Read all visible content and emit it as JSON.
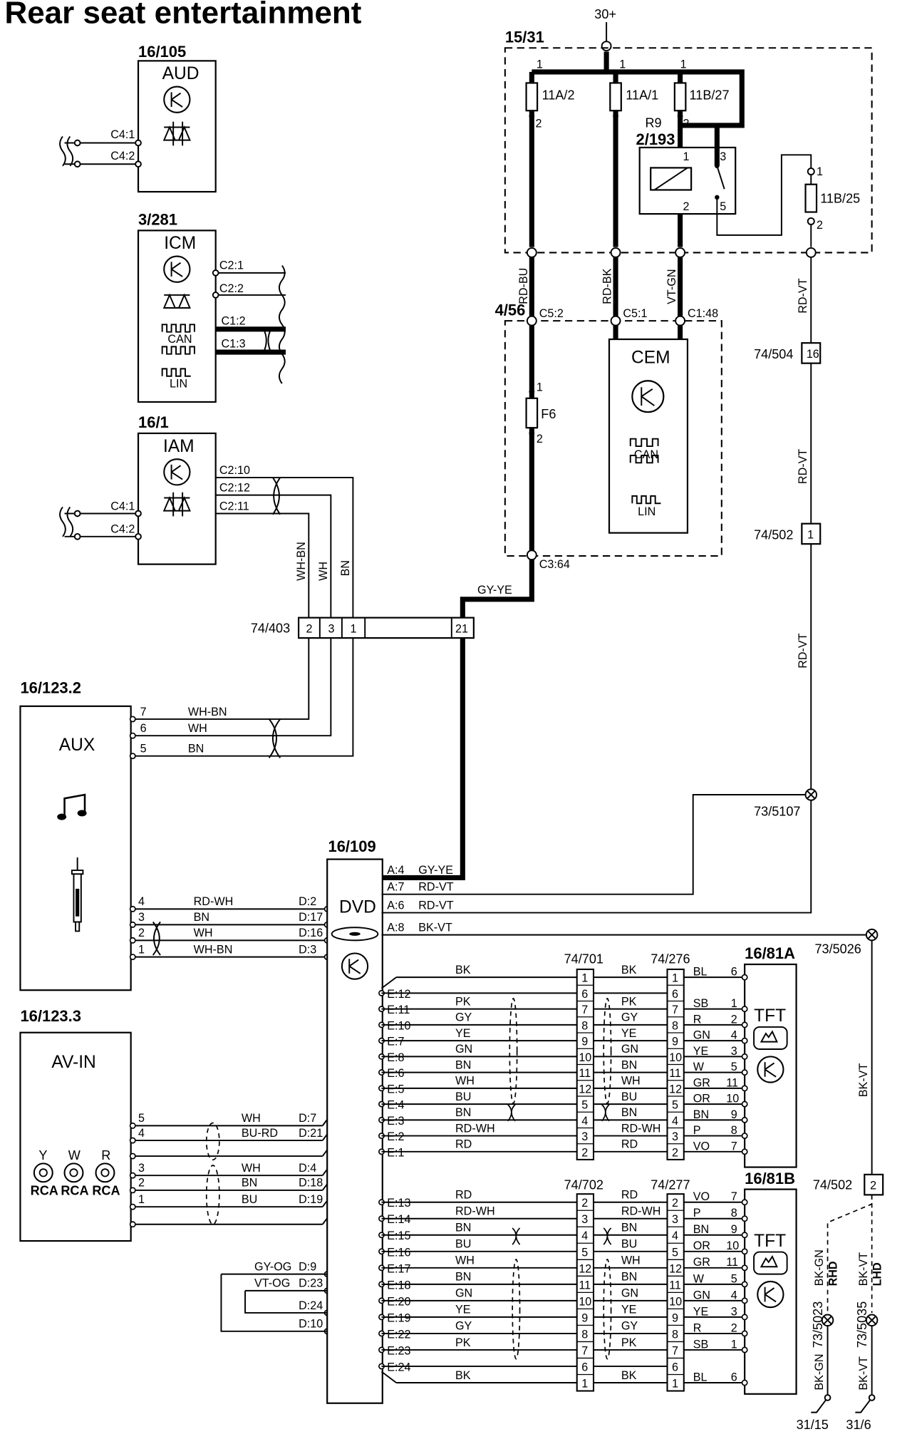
{
  "title": "Rear seat entertainment",
  "supply": "30+",
  "modules": {
    "aud": {
      "ref": "16/105",
      "name": "AUD"
    },
    "icm": {
      "ref": "3/281",
      "name": "ICM"
    },
    "iam": {
      "ref": "16/1",
      "name": "IAM"
    },
    "aux": {
      "ref": "16/123.2",
      "name": "AUX"
    },
    "avin": {
      "ref": "16/123.3",
      "name": "AV-IN"
    },
    "dvd": {
      "ref": "16/109",
      "name": "DVD"
    },
    "cem": {
      "ref": "4/56",
      "name": "CEM"
    },
    "fusebox": {
      "ref": "15/31"
    },
    "relay": {
      "ref": "2/193",
      "name": "R9"
    },
    "tft_a": {
      "ref": "16/81A",
      "name": "TFT"
    },
    "tft_b": {
      "ref": "16/81B",
      "name": "TFT"
    }
  },
  "bus": {
    "can": "CAN",
    "lin": "LIN"
  },
  "rca": {
    "y": "Y",
    "w": "W",
    "r": "R",
    "label": "RCA"
  },
  "fuses": {
    "f1": "11A/2",
    "f2": "11A/1",
    "f3": "11B/27",
    "f4": "11B/25",
    "f6": "F6"
  },
  "pins": {
    "aud": [
      "C4:1",
      "C4:2"
    ],
    "icm": [
      "C2:1",
      "C2:2",
      "C1:2",
      "C1:3"
    ],
    "iam_in": [
      "C4:1",
      "C4:2"
    ],
    "iam_out": [
      "C2:10",
      "C2:12",
      "C2:11"
    ],
    "cem": [
      "C5:2",
      "C5:1",
      "C1:48",
      "C3:64"
    ],
    "aux": [
      "7",
      "6",
      "5",
      "4",
      "3",
      "2",
      "1"
    ],
    "avin": [
      "5",
      "4",
      "3",
      "2",
      "1"
    ],
    "one": "1",
    "two": "2",
    "three": "3",
    "five": "5",
    "sixteen": "16",
    "twentyone": "21"
  },
  "wires": {
    "rd_bu": "RD-BU",
    "rd_bk": "RD-BK",
    "vt_gn": "VT-GN",
    "rd_vt": "RD-VT",
    "gy_ye": "GY-YE",
    "wh_bn": "WH-BN",
    "wh": "WH",
    "bn": "BN",
    "bk_vt": "BK-VT",
    "bk_gn": "BK-GN",
    "rhd": "RHD",
    "lhd": "LHD"
  },
  "connectors": {
    "c74_504": "74/504",
    "c74_502": "74/502",
    "c74_403": "74/403",
    "c73_5107": "73/5107",
    "c73_5026": "73/5026",
    "c74_701": "74/701",
    "c74_276": "74/276",
    "c74_702": "74/702",
    "c74_277": "74/277",
    "c74_502b": "74/502",
    "c73_5023": "73/5023",
    "c73_5035": "73/5035",
    "g31_15": "31/15",
    "g31_6": "31/6"
  },
  "c403_pins": [
    "2",
    "3",
    "1",
    "21"
  ],
  "dvd_a": [
    {
      "pin": "A:4",
      "color": "GY-YE"
    },
    {
      "pin": "A:7",
      "color": "RD-VT"
    },
    {
      "pin": "A:6",
      "color": "RD-VT"
    },
    {
      "pin": "A:8",
      "color": "BK-VT"
    }
  ],
  "aux_audio": [
    {
      "pin": "7",
      "color": "WH-BN"
    },
    {
      "pin": "6",
      "color": "WH"
    },
    {
      "pin": "5",
      "color": "BN"
    }
  ],
  "aux_d": [
    {
      "pin": "4",
      "color": "RD-WH",
      "dvd": "D:2"
    },
    {
      "pin": "3",
      "color": "BN",
      "dvd": "D:17"
    },
    {
      "pin": "2",
      "color": "WH",
      "dvd": "D:16"
    },
    {
      "pin": "1",
      "color": "WH-BN",
      "dvd": "D:3"
    }
  ],
  "avin_d": [
    {
      "pin": "5",
      "color": "WH",
      "dvd": "D:7"
    },
    {
      "pin": "4",
      "color": "BU-RD",
      "dvd": "D:21"
    },
    {
      "pin": "",
      "color": "",
      "dvd": ""
    },
    {
      "pin": "3",
      "color": "WH",
      "dvd": "D:4"
    },
    {
      "pin": "2",
      "color": "BN",
      "dvd": "D:18"
    },
    {
      "pin": "1",
      "color": "BU",
      "dvd": "D:19"
    },
    {
      "pin": "",
      "color": "",
      "dvd": ""
    }
  ],
  "dvd_loop": [
    {
      "pin": "D:9",
      "color": "GY-OG"
    },
    {
      "pin": "D:23",
      "color": "VT-OG"
    },
    {
      "pin": "D:24",
      "color": ""
    },
    {
      "pin": "D:10",
      "color": ""
    }
  ],
  "tft_a_rows": [
    {
      "e": "",
      "c1": "BK",
      "p1": "1",
      "c2": "BK",
      "p2": "1",
      "c3": "BL",
      "p3": "6"
    },
    {
      "e": "E:12",
      "c1": "",
      "p1": "6",
      "c2": "",
      "p2": "6",
      "c3": "",
      "p3": ""
    },
    {
      "e": "E:11",
      "c1": "PK",
      "p1": "7",
      "c2": "PK",
      "p2": "7",
      "c3": "SB",
      "p3": "1"
    },
    {
      "e": "E:10",
      "c1": "GY",
      "p1": "8",
      "c2": "GY",
      "p2": "8",
      "c3": "R",
      "p3": "2"
    },
    {
      "e": "E:7",
      "c1": "YE",
      "p1": "9",
      "c2": "YE",
      "p2": "9",
      "c3": "GN",
      "p3": "4"
    },
    {
      "e": "E:8",
      "c1": "GN",
      "p1": "10",
      "c2": "GN",
      "p2": "10",
      "c3": "YE",
      "p3": "3"
    },
    {
      "e": "E:6",
      "c1": "BN",
      "p1": "11",
      "c2": "BN",
      "p2": "11",
      "c3": "W",
      "p3": "5"
    },
    {
      "e": "E:5",
      "c1": "WH",
      "p1": "12",
      "c2": "WH",
      "p2": "12",
      "c3": "GR",
      "p3": "11"
    },
    {
      "e": "E:4",
      "c1": "BU",
      "p1": "5",
      "c2": "BU",
      "p2": "5",
      "c3": "OR",
      "p3": "10"
    },
    {
      "e": "E:3",
      "c1": "BN",
      "p1": "4",
      "c2": "BN",
      "p2": "4",
      "c3": "BN",
      "p3": "9"
    },
    {
      "e": "E:2",
      "c1": "RD-WH",
      "p1": "3",
      "c2": "RD-WH",
      "p2": "3",
      "c3": "P",
      "p3": "8"
    },
    {
      "e": "E:1",
      "c1": "RD",
      "p1": "2",
      "c2": "RD",
      "p2": "2",
      "c3": "VO",
      "p3": "7"
    }
  ],
  "tft_b_rows": [
    {
      "e": "E:13",
      "c1": "RD",
      "p1": "2",
      "c2": "RD",
      "p2": "2",
      "c3": "VO",
      "p3": "7"
    },
    {
      "e": "E:14",
      "c1": "RD-WH",
      "p1": "3",
      "c2": "RD-WH",
      "p2": "3",
      "c3": "P",
      "p3": "8"
    },
    {
      "e": "E:15",
      "c1": "BN",
      "p1": "4",
      "c2": "BN",
      "p2": "4",
      "c3": "BN",
      "p3": "9"
    },
    {
      "e": "E:16",
      "c1": "BU",
      "p1": "5",
      "c2": "BU",
      "p2": "5",
      "c3": "OR",
      "p3": "10"
    },
    {
      "e": "E:17",
      "c1": "WH",
      "p1": "12",
      "c2": "WH",
      "p2": "12",
      "c3": "GR",
      "p3": "11"
    },
    {
      "e": "E:18",
      "c1": "BN",
      "p1": "11",
      "c2": "BN",
      "p2": "11",
      "c3": "W",
      "p3": "5"
    },
    {
      "e": "E:20",
      "c1": "GN",
      "p1": "10",
      "c2": "GN",
      "p2": "10",
      "c3": "GN",
      "p3": "4"
    },
    {
      "e": "E:19",
      "c1": "YE",
      "p1": "9",
      "c2": "YE",
      "p2": "9",
      "c3": "YE",
      "p3": "3"
    },
    {
      "e": "E:22",
      "c1": "GY",
      "p1": "8",
      "c2": "GY",
      "p2": "8",
      "c3": "R",
      "p3": "2"
    },
    {
      "e": "E:23",
      "c1": "PK",
      "p1": "7",
      "c2": "PK",
      "p2": "7",
      "c3": "SB",
      "p3": "1"
    },
    {
      "e": "E:24",
      "c1": "",
      "p1": "6",
      "c2": "",
      "p2": "6",
      "c3": "",
      "p3": ""
    },
    {
      "e": "",
      "c1": "BK",
      "p1": "1",
      "c2": "BK",
      "p2": "1",
      "c3": "BL",
      "p3": "6"
    }
  ]
}
